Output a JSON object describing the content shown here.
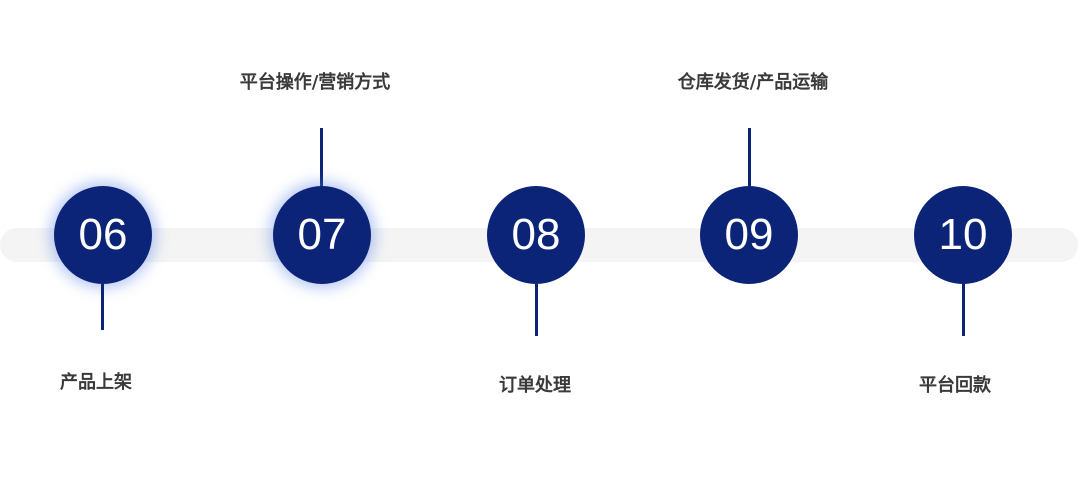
{
  "steps": [
    {
      "number": "06",
      "label": "产品上架"
    },
    {
      "number": "07",
      "label": "平台操作/营销方式"
    },
    {
      "number": "08",
      "label": "订单处理"
    },
    {
      "number": "09",
      "label": "仓库发货/产品运输"
    },
    {
      "number": "10",
      "label": "平台回款"
    }
  ],
  "colors": {
    "circle": "#0c2478",
    "connector": "#0c2478",
    "track": "#f4f4f4",
    "label": "#3a3a3a"
  }
}
